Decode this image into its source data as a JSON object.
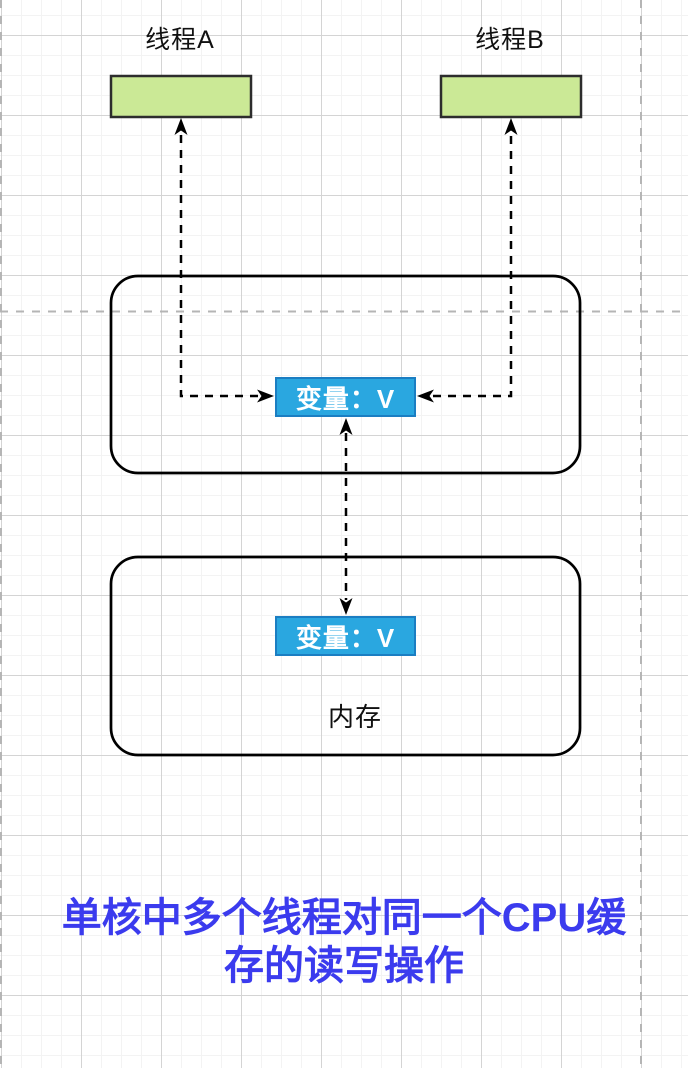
{
  "diagram": {
    "thread_a_label": "线程A",
    "thread_b_label": "线程B",
    "cache_variable_label": "变量：V",
    "memory_variable_label": "变量：V",
    "memory_label": "内存",
    "caption_line1": "单核中多个线程对同一个CPU缓",
    "caption_line2": "存的读写操作"
  },
  "colors": {
    "thread_box_fill": "#cbe996",
    "thread_box_border": "#2d2d2d",
    "variable_box_fill": "#2aa7e0",
    "variable_box_border": "#1b7ec2",
    "caption_text": "#3b3bee",
    "connector": "#000000",
    "page_divider": "#b5b5b5",
    "grid_minor": "#f3f3f3",
    "grid_major": "#d4d4d4"
  }
}
